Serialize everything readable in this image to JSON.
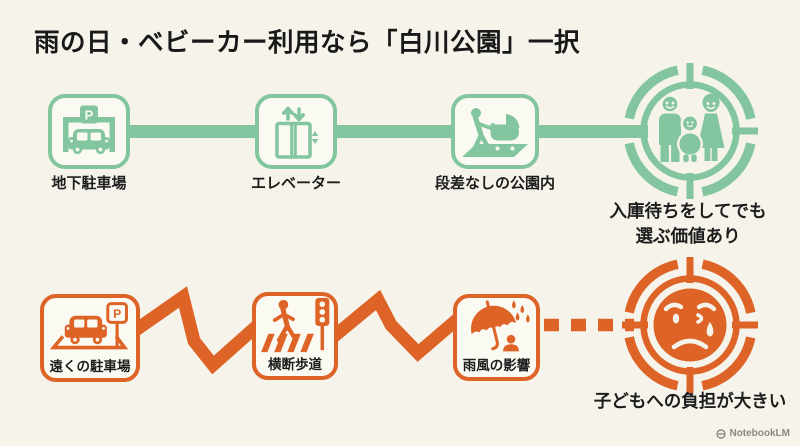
{
  "title": "雨の日・ベビーカー利用なら「白川公園」一択",
  "colors": {
    "green": "#82c59e",
    "orange": "#dd6327",
    "background": "#f6f4ea",
    "box_fill": "#fbfaf2",
    "text": "#1d1d1d"
  },
  "green_route": {
    "steps": [
      {
        "label": "地下駐車場",
        "icon": "underground-parking-icon"
      },
      {
        "label": "エレベーター",
        "icon": "elevator-icon"
      },
      {
        "label": "段差なしの公園内",
        "icon": "stroller-flat-park-icon"
      }
    ],
    "result": {
      "icon": "family-target-icon",
      "note": "入庫待ちをしてでも\n選ぶ価値あり"
    }
  },
  "orange_route": {
    "steps": [
      {
        "label": "遠くの駐車場",
        "icon": "distant-parking-icon"
      },
      {
        "label": "横断歩道",
        "icon": "crosswalk-icon"
      },
      {
        "label": "雨風の影響",
        "icon": "rain-wind-icon"
      }
    ],
    "result": {
      "icon": "crying-face-target-icon",
      "note": "子どもへの負担が大きい"
    }
  },
  "watermark": "NotebookLM"
}
